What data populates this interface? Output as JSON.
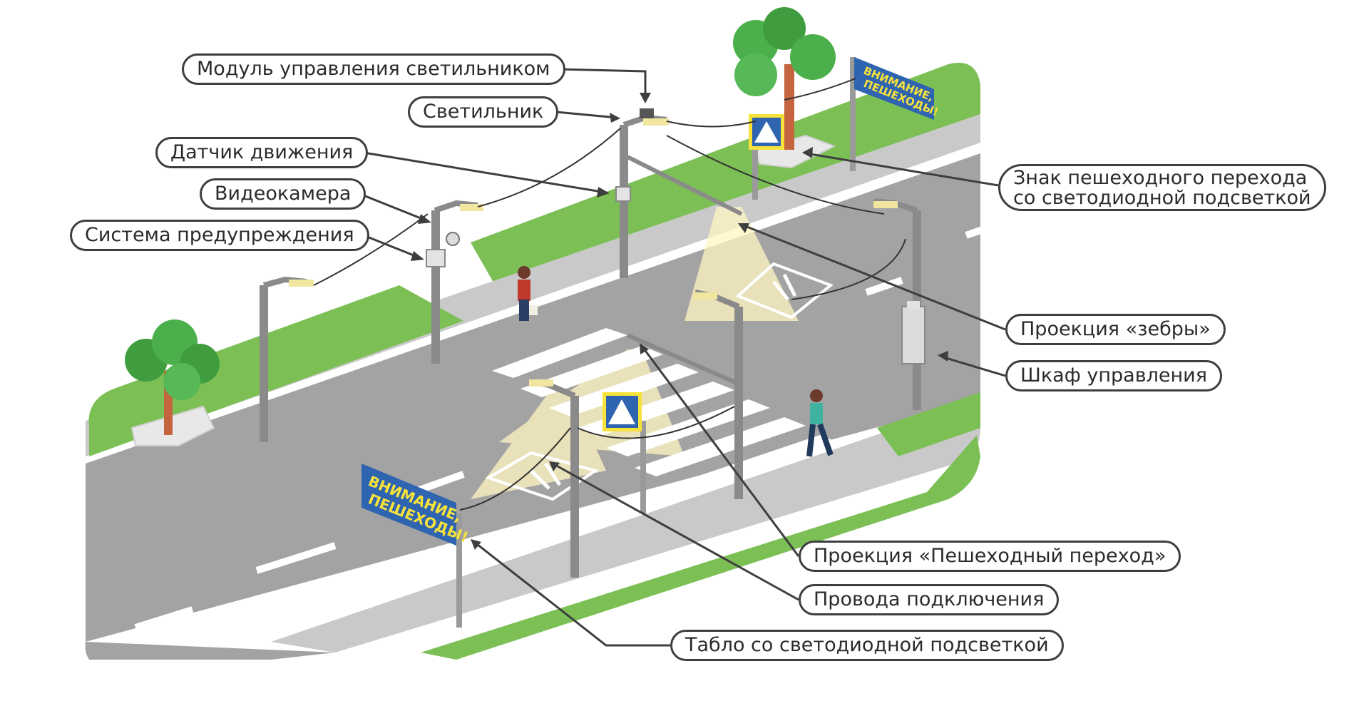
{
  "labels": {
    "lamp_control_module": "Модуль управления светильником",
    "lamp": "Светильник",
    "motion_sensor": "Датчик движения",
    "video_camera": "Видеокамера",
    "warning_system": "Система предупреждения",
    "crossing_sign_line1": "Знак пешеходного перехода",
    "crossing_sign_line2": "со светодиодной подсветкой",
    "zebra_projection": "Проекция «зебры»",
    "control_cabinet": "Шкаф управления",
    "crossing_projection": "Проекция «Пешеходный переход»",
    "connection_wires": "Провода подключения",
    "led_board": "Табло со светодиодной подсветкой"
  },
  "signs": {
    "board_line1": "ВНИМАНИЕ,",
    "board_line2": "ПЕШЕХОДЫ!"
  },
  "colors": {
    "grass": "#7cc055",
    "road": "#a3a3a3",
    "sidewalk": "#c9c9c9",
    "tree_foliage": "#4bb04b",
    "tree_trunk": "#c4653f",
    "sign_blue": "#2f64b0",
    "sign_yellow": "#f7e23a",
    "light_beam": "#fff6c2"
  }
}
